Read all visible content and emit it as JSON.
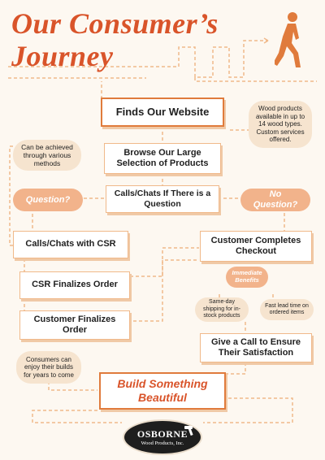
{
  "title": {
    "line1": "Our Consumer’s",
    "line2": "Journey"
  },
  "steps": {
    "finds_website": "Finds Our Website",
    "browse": "Browse Our Large Selection of Products",
    "calls_chats_question": "Calls/Chats If There is a Question",
    "calls_chats_csr": "Calls/Chats with CSR",
    "csr_finalizes": "CSR Finalizes Order",
    "customer_finalizes": "Customer Finalizes Order",
    "customer_checkout": "Customer Completes Checkout",
    "give_call": "Give a Call to Ensure Their Satisfaction",
    "build": "Build Something Beautiful"
  },
  "branches": {
    "question": "Question?",
    "no_question": "No Question?"
  },
  "notes": {
    "various_methods": "Can be achieved through various methods",
    "wood_products": "Wood products available in up to 14 wood types. Custom services offered.",
    "immediate_benefits": "Immediate Benefits",
    "same_day": "Same-day shipping for in-stock products",
    "fast_lead": "Fast lead time on ordered items",
    "enjoy_builds": "Consumers can enjoy their builds for years to come"
  },
  "logo": {
    "name": "OSBORNE",
    "sub": "Wood Products, Inc."
  },
  "colors": {
    "accent": "#d9542a",
    "orange_light": "#f2b38b",
    "peach": "#f3d3b8",
    "cream": "#f6e4cf",
    "background": "#fdf8f1"
  },
  "icons": [
    "walking-person-icon",
    "hammer-icon"
  ]
}
